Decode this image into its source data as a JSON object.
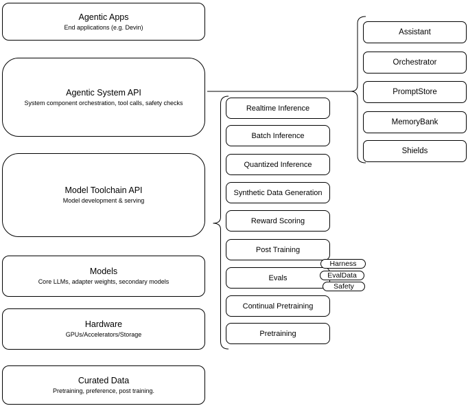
{
  "diagram": {
    "left_stack": [
      {
        "title": "Agentic Apps",
        "subtitle": "End applications (e.g. Devin)"
      },
      {
        "title": "Agentic System API",
        "subtitle": "System component orchestration, tool calls, safety checks"
      },
      {
        "title": "Model Toolchain API",
        "subtitle": "Model development & serving"
      },
      {
        "title": "Models",
        "subtitle": "Core LLMs, adapter weights, secondary models"
      },
      {
        "title": "Hardware",
        "subtitle": "GPUs/Accelerators/Storage"
      },
      {
        "title": "Curated Data",
        "subtitle": "Pretraining, preference, post training."
      }
    ],
    "toolchain_components": [
      "Realtime Inference",
      "Batch Inference",
      "Quantized Inference",
      "Synthetic Data Generation",
      "Reward Scoring",
      "Post Training",
      "Evals",
      "Continual Pretraining",
      "Pretraining"
    ],
    "eval_tags": [
      "Harness",
      "EvalData",
      "Safety"
    ],
    "system_components": [
      "Assistant",
      "Orchestrator",
      "PromptStore",
      "MemoryBank",
      "Shields"
    ],
    "colors": {
      "stroke": "#000000",
      "background": "#ffffff",
      "text": "#000000"
    }
  }
}
